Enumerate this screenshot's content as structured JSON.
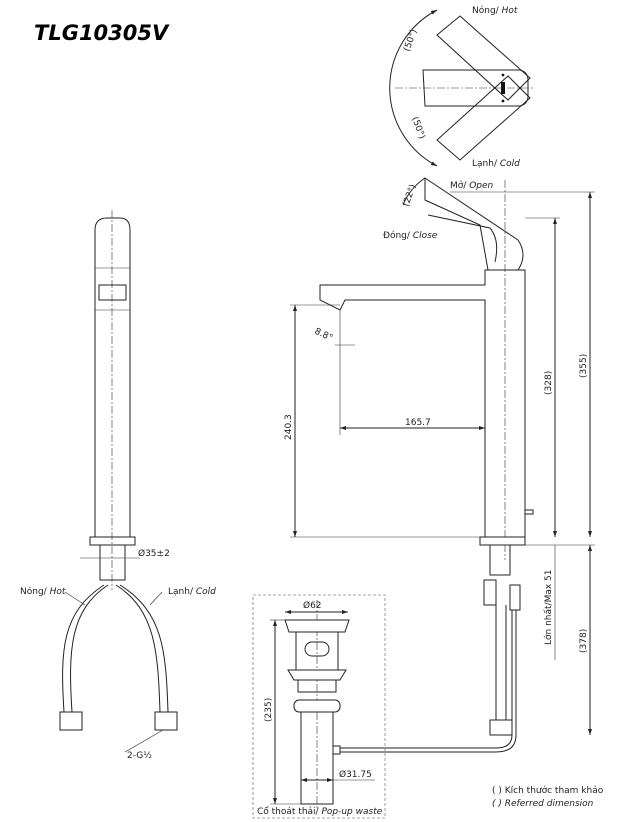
{
  "title": "TLG10305V",
  "top_view": {
    "hot_label": "Nóng/",
    "hot_label_en": "Hot",
    "cold_label": "Lạnh/",
    "cold_label_en": "Cold",
    "angle_hot": "(50°)",
    "angle_cold": "(50°)"
  },
  "side_view": {
    "open_label": "Mở/",
    "open_label_en": "Open",
    "close_label": "Đóng/",
    "close_label_en": "Close",
    "lever_angle": "(22°)",
    "spout_angle": "8.8°",
    "spout_height": "240.3",
    "spout_reach": "165.7",
    "body_height": "(328)",
    "total_height": "(355)",
    "below_deck": "(378)",
    "max_thickness": "Lớn nhất/Max 51"
  },
  "front_view": {
    "hole_diameter": "Ø35±2",
    "hot_label": "Nóng/",
    "hot_label_en": "Hot",
    "cold_label": "Lạnh/",
    "cold_label_en": "Cold",
    "connection": "2-G½"
  },
  "popup_waste": {
    "top_diameter": "Ø62",
    "height": "(235)",
    "pipe_diameter": "Ø31.75",
    "caption": "Cổ thoát thải/",
    "caption_en": "Pop-up waste"
  },
  "notes": {
    "ref_vi": "( ) Kích thước tham khảo",
    "ref_en": "( ) Referred dimension"
  }
}
